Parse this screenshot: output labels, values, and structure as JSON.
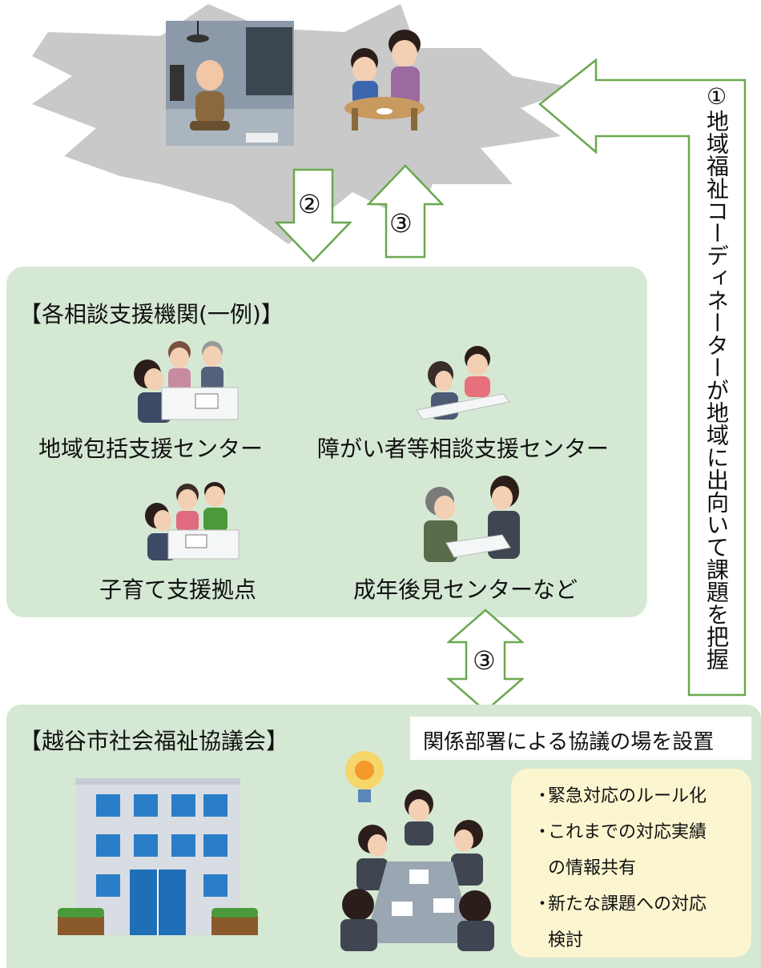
{
  "step1": "①地域福祉コーディネーターが地域に出向いて課題を把握",
  "step2_mark": "②",
  "step3_mark_top": "③",
  "step3_mark_mid": "③",
  "agencies": {
    "header": "【各相談支援機関(一例)】",
    "items": [
      {
        "label": "地域包括支援センター"
      },
      {
        "label": "障がい者等相談支援センター"
      },
      {
        "label": "子育て支援拠点"
      },
      {
        "label": "成年後見センターなど"
      }
    ]
  },
  "council": {
    "header": "【越谷市社会福祉協議会】",
    "meeting_label": "関係部署による協議の場を設置",
    "rules": [
      "緊急対応のルール化",
      "これまでの対応実績",
      "の情報共有",
      "新たな課題への対応",
      "検討"
    ]
  },
  "colors": {
    "panel_green": "#d5e8d3",
    "arrow_green": "#6aa84f",
    "burst_gray": "#c9c9c9",
    "rule_box": "#fbf6d0",
    "building_blue": "#2a7ec8"
  }
}
